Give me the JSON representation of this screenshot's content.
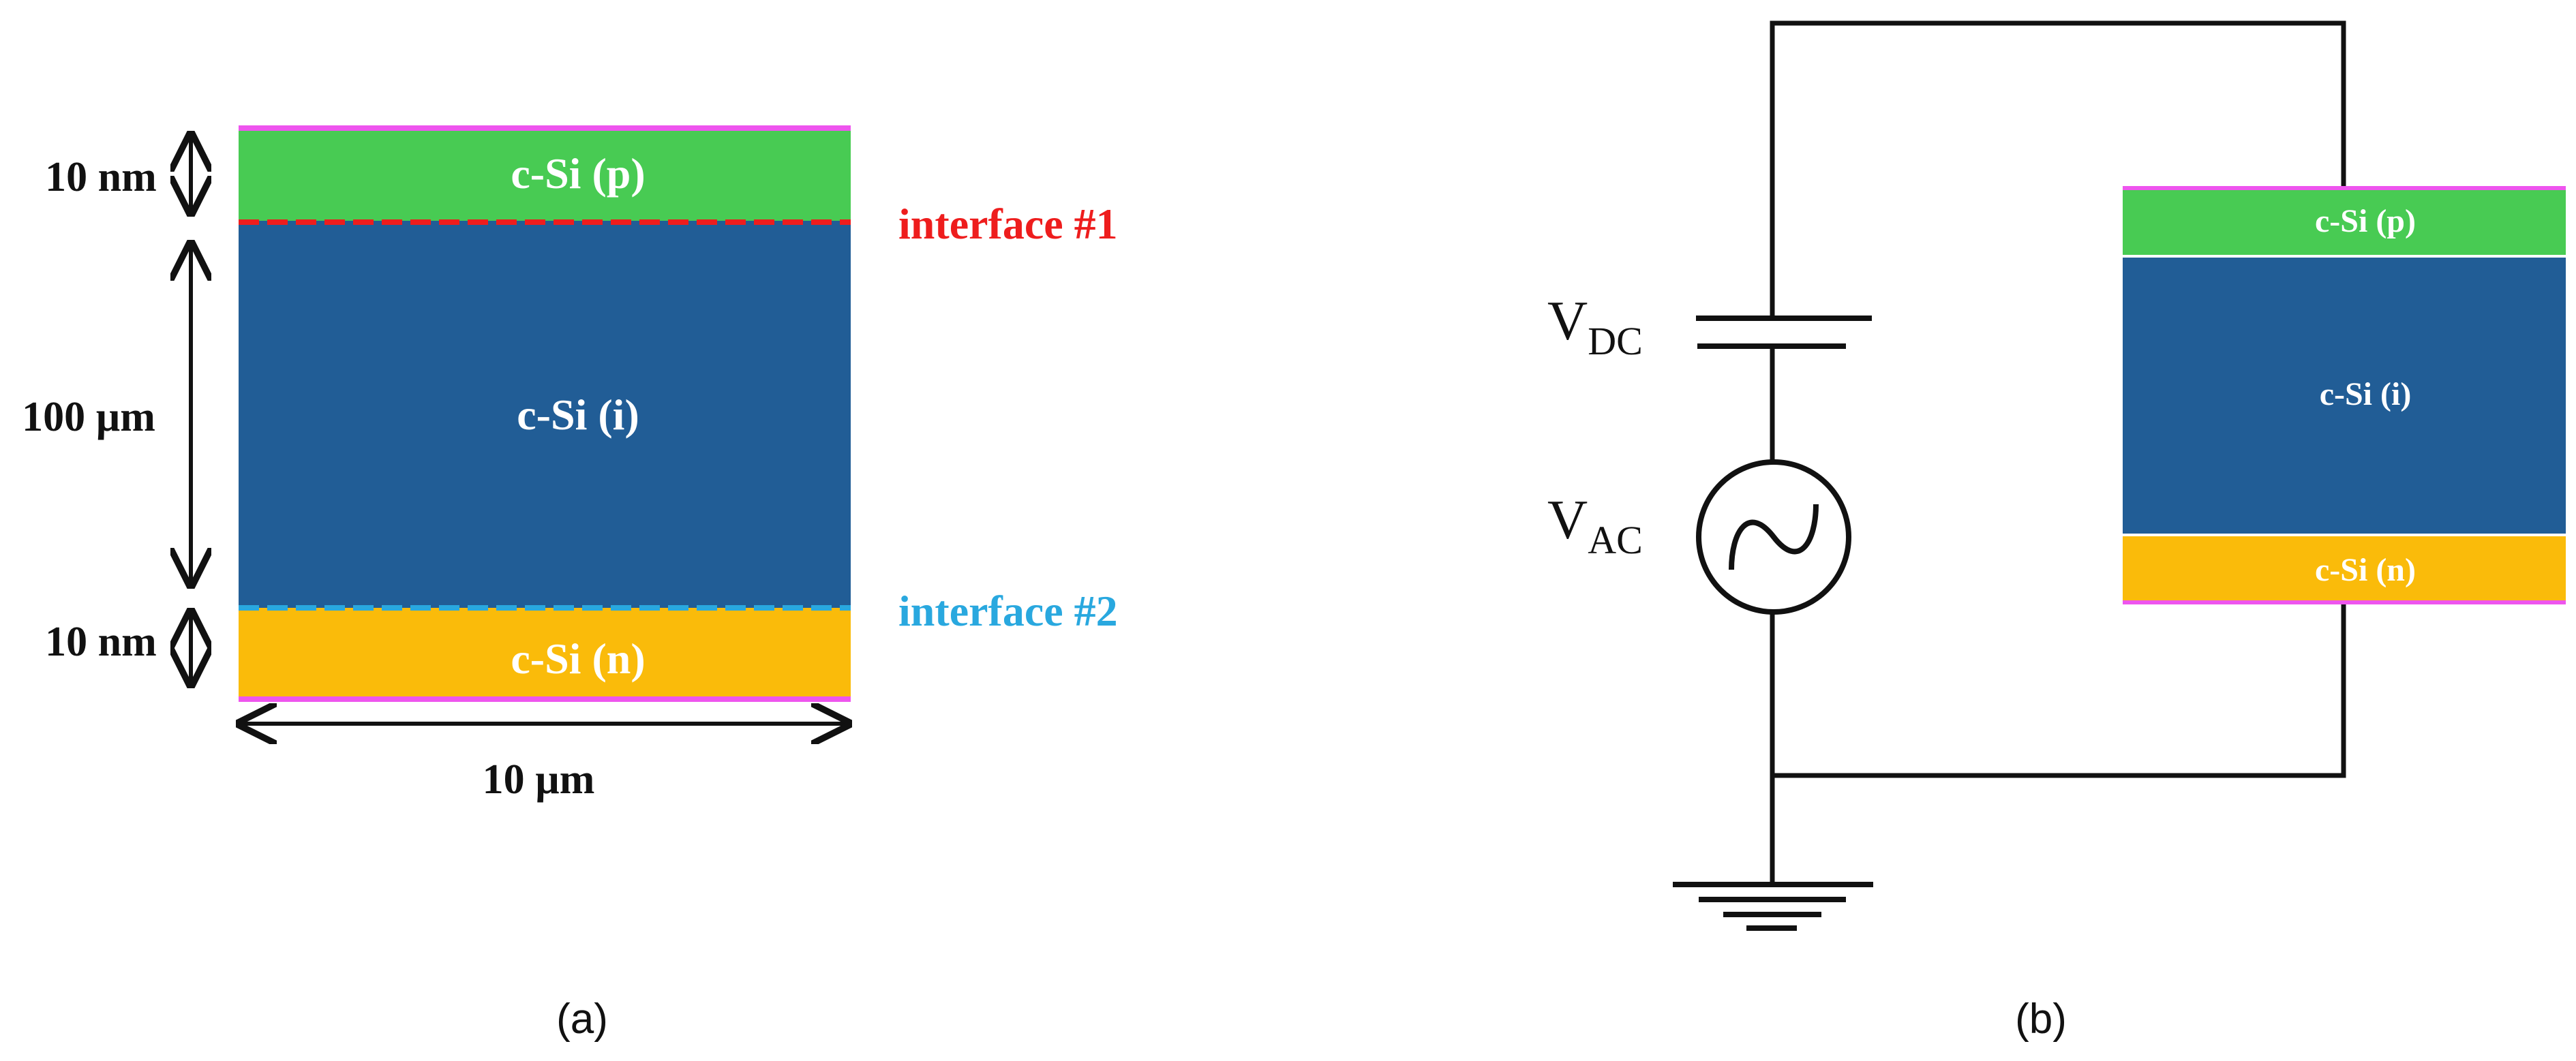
{
  "panel_a": {
    "layers": {
      "p_label": "c-Si (p)",
      "i_label": "c-Si (i)",
      "n_label": "c-Si (n)"
    },
    "dimensions": {
      "top_thickness": "10 nm",
      "middle_thickness": "100 µm",
      "bottom_thickness": "10 nm",
      "width": "10 µm"
    },
    "interfaces": {
      "first": "interface #1",
      "second": "interface #2"
    },
    "caption": "(a)"
  },
  "panel_b": {
    "sources": {
      "dc_main": "V",
      "dc_sub": "DC",
      "ac_main": "V",
      "ac_sub": "AC"
    },
    "layers": {
      "p_label": "c-Si (p)",
      "i_label": "c-Si (i)",
      "n_label": "c-Si (n)"
    },
    "caption": "(b)"
  },
  "colors": {
    "p_layer": "#48CB53",
    "i_layer": "#215D96",
    "n_layer": "#FABB0A",
    "contact": "#EE55EE",
    "interface_1": "#EE1D1D",
    "interface_2": "#29A8DF",
    "wire": "#111111"
  }
}
